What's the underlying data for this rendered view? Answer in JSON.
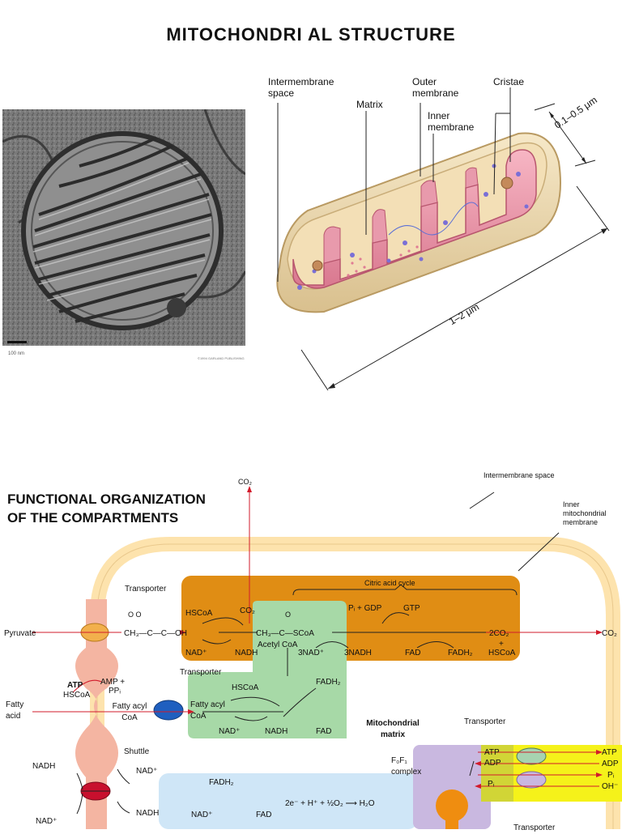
{
  "title": "MITOCHONDRI AL STRUCTURE",
  "micrograph": {
    "scale_bar": "100 nm",
    "copyright": "©1994 GARLAND PUBLISHING"
  },
  "structure_labels": {
    "intermembrane": "Intermembrane space",
    "matrix": "Matrix",
    "outer": "Outer membrane",
    "inner": "Inner membrane",
    "cristae": "Cristae",
    "width": "0.1–0.5 μm",
    "length": "1–2 μm"
  },
  "functional": {
    "title_line1": "FUNCTIONAL ORGANIZATION",
    "title_line2": "OF THE COMPARTMENTS",
    "intermembrane_space": "Intermembrane space",
    "inner_membrane": "Inner mitochondrial membrane",
    "co2_top": "CO₂",
    "co2_right": "CO₂",
    "citric": "Citric acid cycle",
    "transporter1": "Transporter",
    "transporter2": "Transporter",
    "transporter3": "Transporter",
    "transporter4": "Transporter",
    "pyruvate": "Pyruvate",
    "pyruvate_formula": "CH₃—C—C—OH",
    "o_marks": "O   O",
    "hscoa1": "HSCoA",
    "co2_in": "CO₂",
    "nadp1": "NAD⁺",
    "nadh1": "NADH",
    "acetyl_formula": "CH₃—C—SCoA",
    "o_mark2": "O",
    "acetyl_coa": "Acetyl CoA",
    "pi_gdp": "Pᵢ + GDP",
    "gtp": "GTP",
    "two_co2": "2CO₂",
    "plus": "+",
    "hscoa_r": "HSCoA",
    "three_nad": "3NAD⁺",
    "three_nadh": "3NADH",
    "fad1": "FAD",
    "fadh2_1": "FADH₂",
    "atp": "ATP",
    "amp": "AMP +",
    "ppi": "PPᵢ",
    "hscoa_l": "HSCoA",
    "fatty_acid": "Fatty acid",
    "fatty_acyl_coa": "Fatty acyl CoA",
    "fatty_acyl_coa2": "Fatty acyl CoA",
    "hscoa2": "HSCoA",
    "fadh2_2": "FADH₂",
    "nadp2": "NAD⁺",
    "nadh2": "NADH",
    "fad2": "FAD",
    "mito_matrix": "Mitochondrial matrix",
    "shuttle": "Shuttle",
    "nadh_l": "NADH",
    "nadp_l": "NAD⁺",
    "nadp_r": "NAD⁺",
    "nadh_r": "NADH",
    "ff_complex": "F₀F₁ complex",
    "atp_r": "ATP",
    "adp_r": "ADP",
    "pi_r": "Pᵢ",
    "atp_out": "ATP",
    "adp_out": "ADP",
    "pi_out": "Pᵢ",
    "oh_out": "OH⁻",
    "fadh2_3": "FADH₂",
    "two_e": "2e⁻ + H⁺ + ½O₂ ⟶ H₂O",
    "nadp3": "NAD⁺",
    "fad3": "FAD"
  }
}
